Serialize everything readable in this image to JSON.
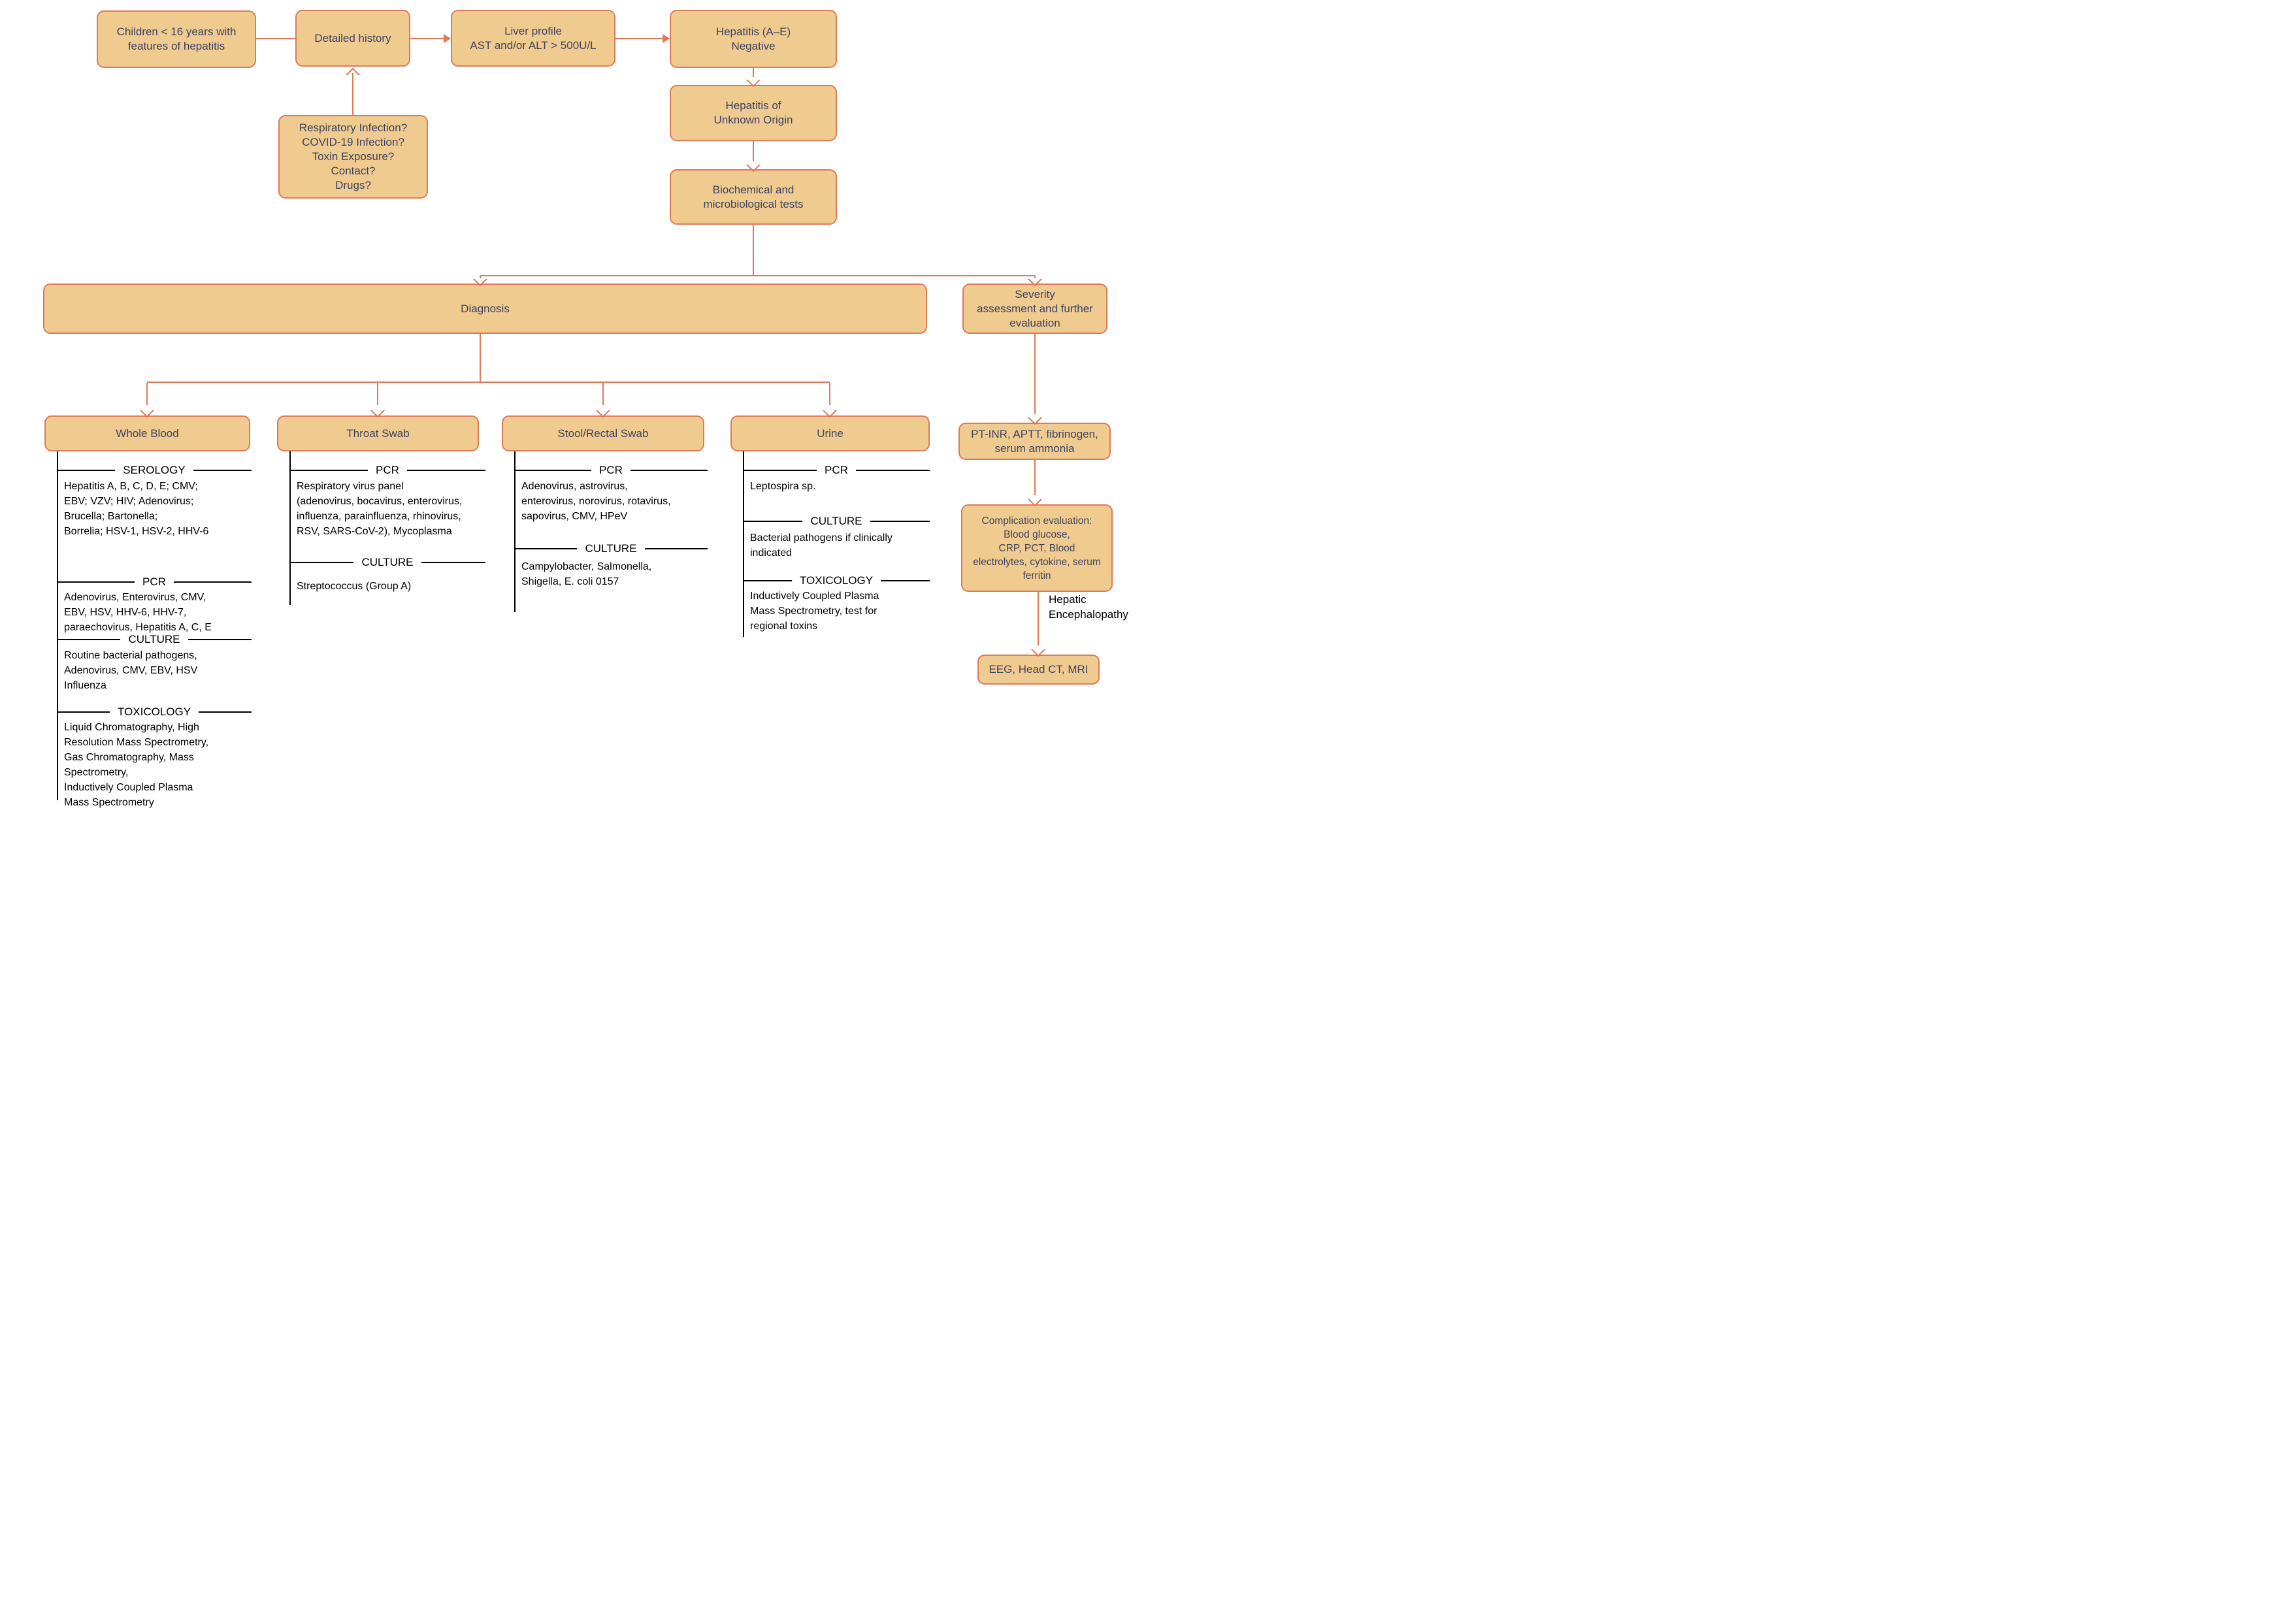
{
  "palette": {
    "box_fill": "#F0CB90",
    "box_border": "#DF7A59",
    "arrow": "#DF7A59",
    "node_text": "#3D4160",
    "section_text": "#000000"
  },
  "nodes": {
    "children": "Children < 16 years with\nfeatures of hepatitis",
    "detailed_history": "Detailed history",
    "liver_profile": "Liver profile\nAST and/or ALT > 500U/L",
    "hepatitis_ae_negative": "Hepatitis (A–E)\nNegative",
    "history_questions": "Respiratory Infection?\nCOVID-19 Infection?\nToxin Exposure?\nContact?\nDrugs?",
    "hepatitis_unknown_origin": "Hepatitis of\nUnknown Origin",
    "biochemical_tests": "Biochemical and\nmicrobiological tests",
    "diagnosis": "Diagnosis",
    "severity_assessment": "Severity\nassessment and further\nevaluation"
  },
  "specimens": [
    {
      "title": "Whole Blood",
      "sections": [
        {
          "label": "SEROLOGY",
          "text": "Hepatitis A, B, C, D, E; CMV;\nEBV; VZV; HIV; Adenovirus;\nBrucella; Bartonella;\nBorrelia; HSV-1, HSV-2, HHV-6"
        },
        {
          "label": "PCR",
          "text": "Adenovirus, Enterovirus, CMV,\nEBV, HSV, HHV-6, HHV-7,\nparaechovirus, Hepatitis A, C, E"
        },
        {
          "label": "CULTURE",
          "text": "Routine bacterial pathogens,\nAdenovirus, CMV, EBV, HSV\nInfluenza"
        },
        {
          "label": "TOXICOLOGY",
          "text": "Liquid Chromatography, High\nResolution Mass Spectrometry,\nGas Chromatography, Mass\nSpectrometry,\nInductively Coupled Plasma\nMass Spectrometry"
        }
      ]
    },
    {
      "title": "Throat Swab",
      "sections": [
        {
          "label": "PCR",
          "text": "Respiratory virus panel\n(adenovirus, bocavirus, enterovirus,\ninfluenza, parainfluenza, rhinovirus,\nRSV, SARS-CoV-2), Mycoplasma"
        },
        {
          "label": "CULTURE",
          "text": "Streptococcus (Group A)"
        }
      ]
    },
    {
      "title": "Stool/Rectal Swab",
      "sections": [
        {
          "label": "PCR",
          "text": "Adenovirus, astrovirus,\nenterovirus, norovirus, rotavirus,\nsapovirus, CMV, HPeV"
        },
        {
          "label": "CULTURE",
          "text": "Campylobacter, Salmonella,\nShigella, E. coli 0157"
        }
      ]
    },
    {
      "title": "Urine",
      "sections": [
        {
          "label": "PCR",
          "text": "Leptospira sp."
        },
        {
          "label": "CULTURE",
          "text": "Bacterial pathogens if clinically\nindicated"
        },
        {
          "label": "TOXICOLOGY",
          "text": "Inductively Coupled Plasma\nMass Spectrometry, test for\nregional toxins"
        }
      ]
    }
  ],
  "severity_path": {
    "coagulation_panel": "PT-INR, APTT, fibrinogen,\nserum ammonia",
    "complication_evaluation": "Complication evaluation:\nBlood glucose,\nCRP, PCT, Blood\nelectrolytes, cytokine, serum\nferritin",
    "encephalopathy_label": "Hepatic\nEncephalopathy",
    "neuro_imaging": "EEG, Head CT, MRI"
  }
}
